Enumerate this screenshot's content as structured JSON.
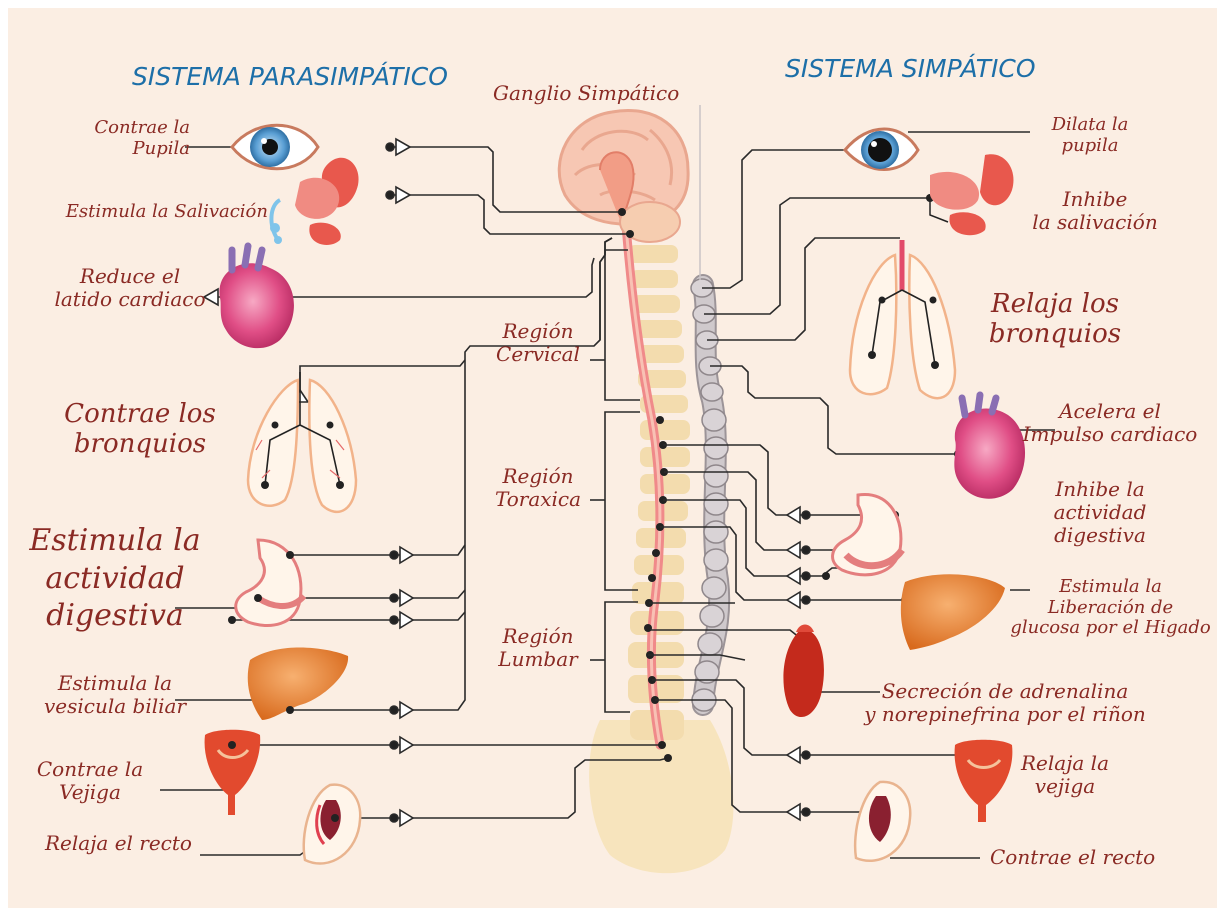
{
  "headers": {
    "left": "SISTEMA PARASIMPÁTICO",
    "right": "SISTEMA SIMPÁTICO",
    "ganglion": "Ganglio Simpático"
  },
  "regions": {
    "cervical": "Región\nCervical",
    "thoracic": "Región\nToraxica",
    "lumbar": "Región\nLumbar"
  },
  "parasympathetic": {
    "pupil": "Contrae la\nPupila",
    "saliva": "Estimula la Salivación",
    "heart": "Reduce el\nlatido cardiaco",
    "bronchi": "Contrae los\nbronquios",
    "digestive": "Estimula la\nactividad\ndigestiva",
    "gallbladder": "Estimula la\nvesicula biliar",
    "bladder": "Contrae la\nVejiga",
    "rectum": "Relaja el recto"
  },
  "sympathetic": {
    "pupil": "Dilata la\npupila",
    "saliva": "Inhibe\nla salivación",
    "bronchi": "Relaja los\nbronquios",
    "heart": "Acelera el\nImpulso cardiaco",
    "digestive": "Inhibe la\nactividad\ndigestiva",
    "liver": "Estimula la\nLiberación de\nglucosa por el Higado",
    "adrenal": "Secreción de adrenalina\ny norepinefrina por el riñon",
    "bladder": "Relaja la\nvejiga",
    "rectum": "Contrae el recto"
  },
  "colors": {
    "background": "#fbeee3",
    "label": "#8a2a24",
    "header": "#1d6fa8",
    "nerve": "#2a2a2a",
    "spine": "#f3dcae",
    "spinalCord": "#f08a8a",
    "chain": "#c9c3c6"
  }
}
